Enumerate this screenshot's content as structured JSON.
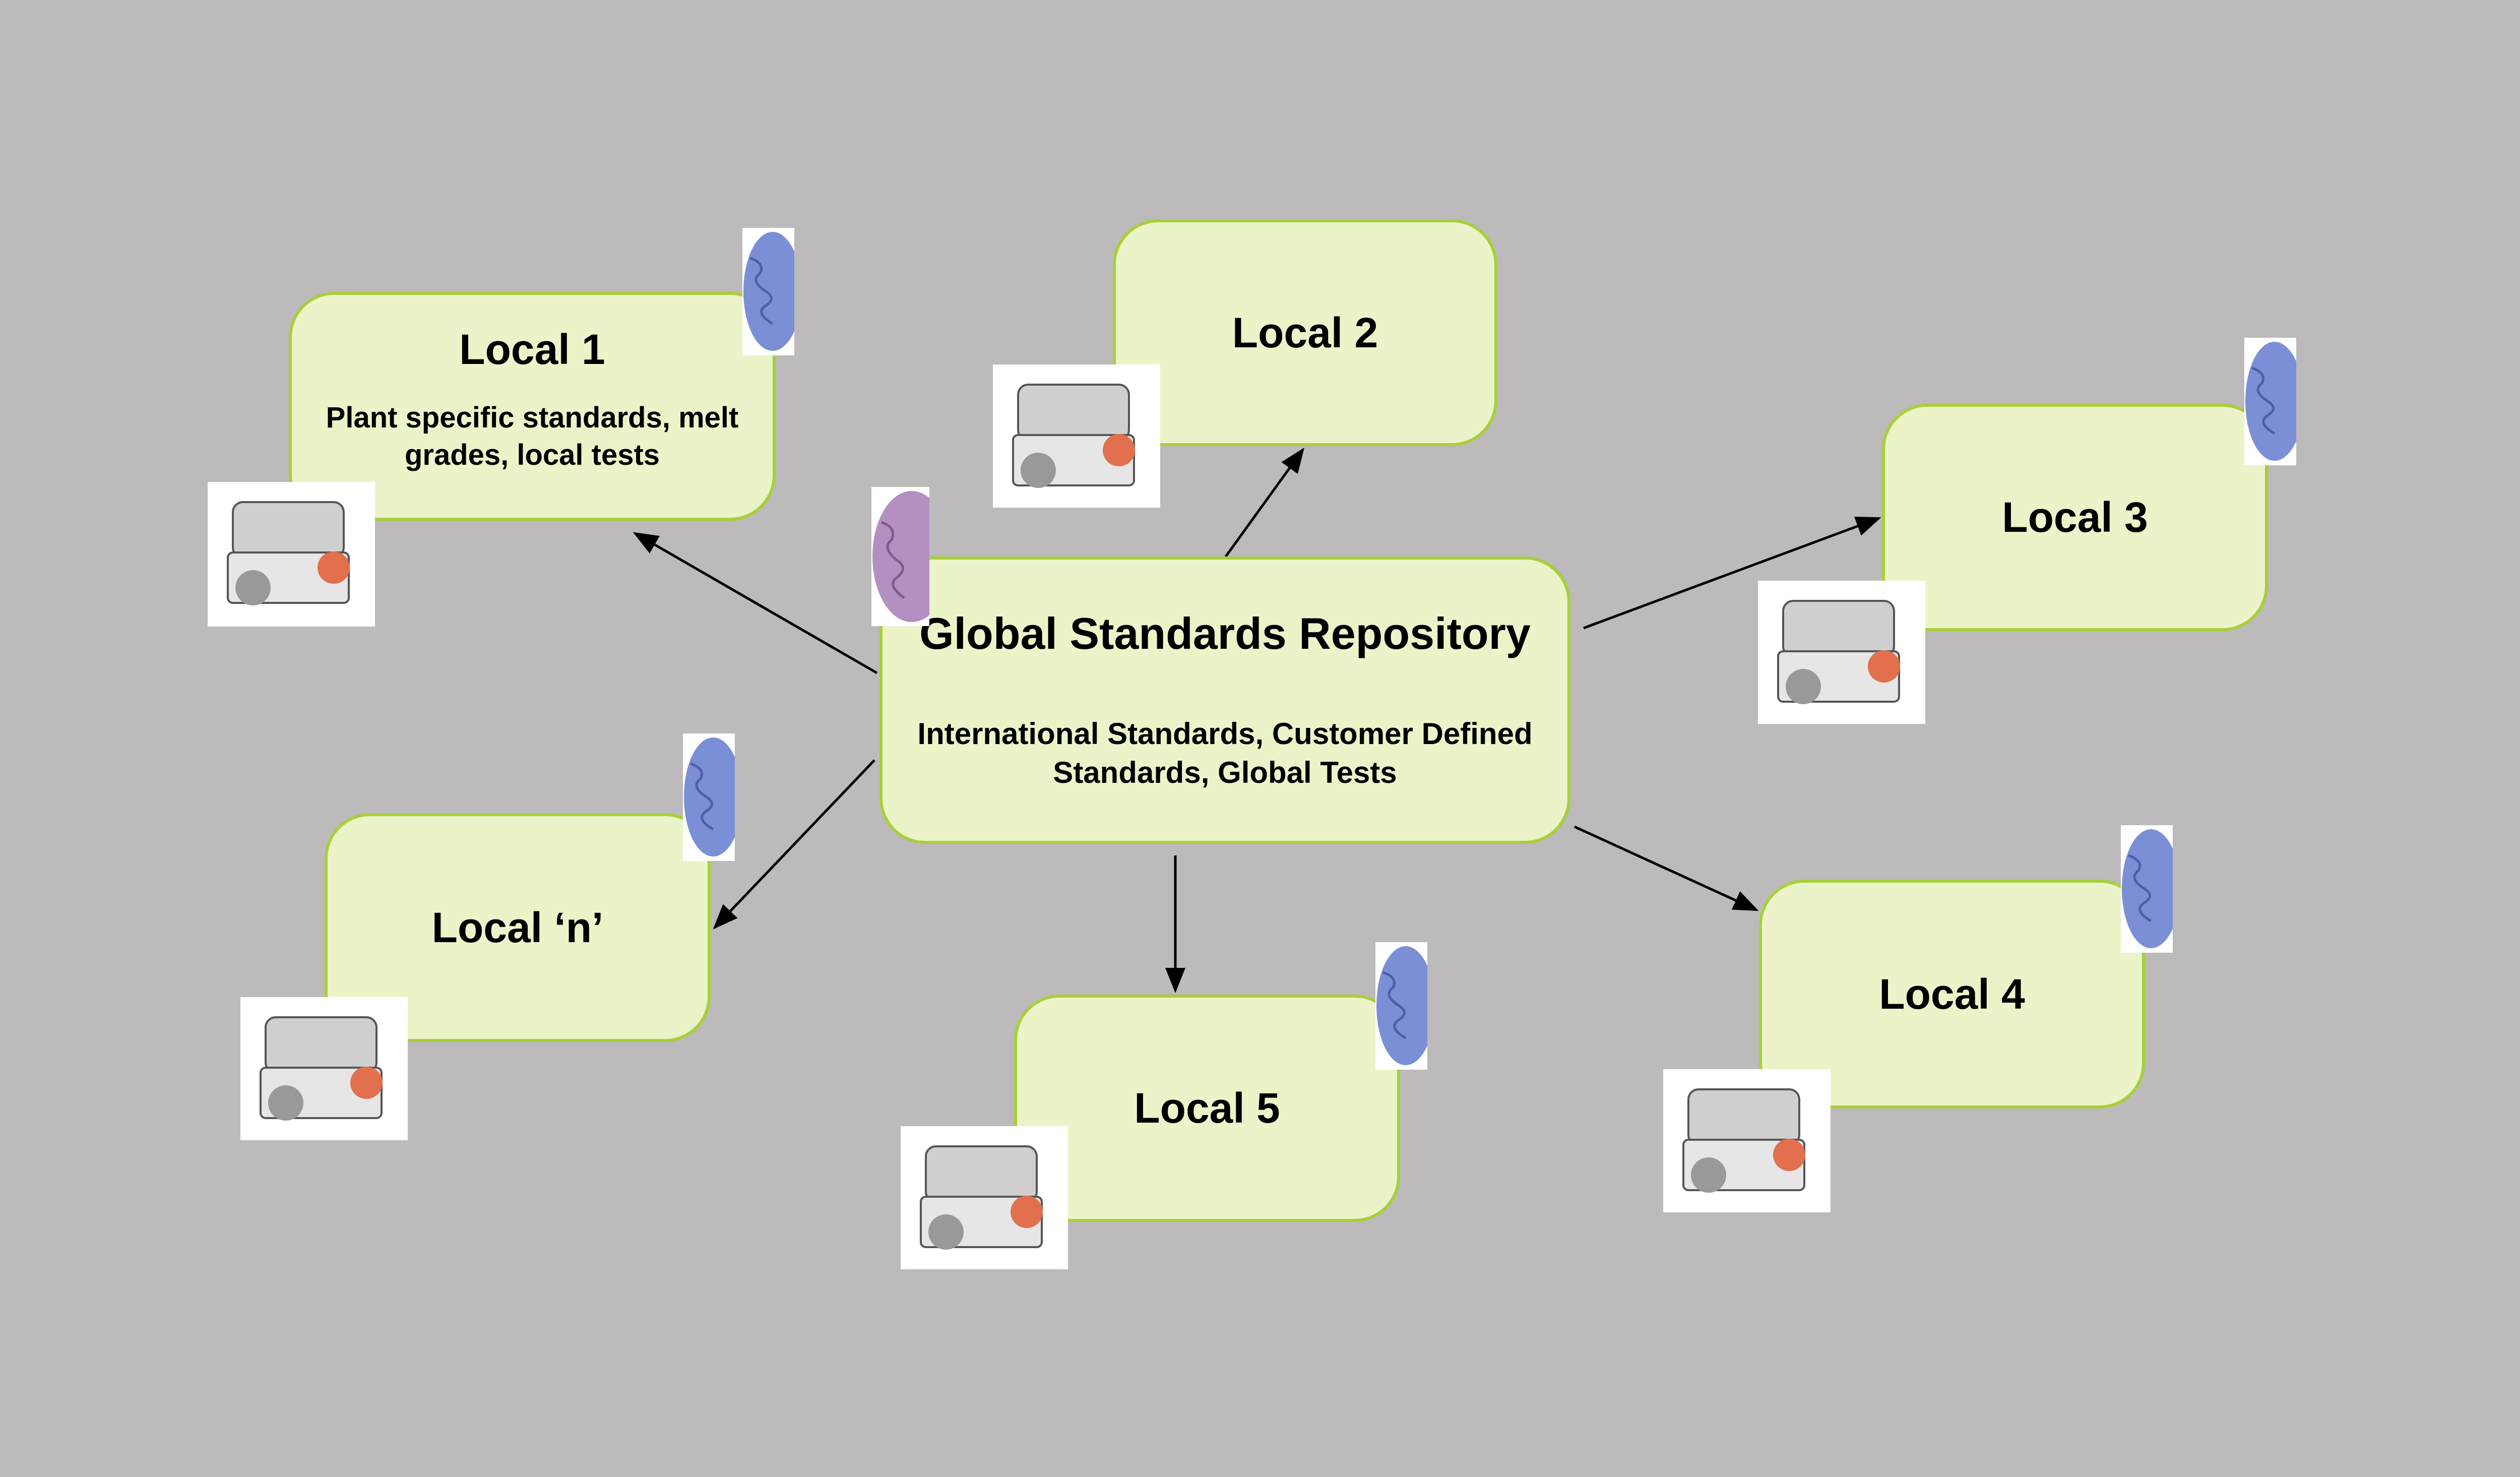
{
  "diagram": {
    "hub": {
      "title": "Global Standards Repository",
      "subtitle": "International Standards, Customer Defined Standards, Global Tests"
    },
    "nodes": [
      {
        "id": "local-1",
        "title": "Local 1",
        "subtitle": "Plant specific standards, melt grades, local tests"
      },
      {
        "id": "local-2",
        "title": "Local 2"
      },
      {
        "id": "local-3",
        "title": "Local 3"
      },
      {
        "id": "local-4",
        "title": "Local 4"
      },
      {
        "id": "local-5",
        "title": "Local 5"
      },
      {
        "id": "local-n",
        "title": "Local ‘n’"
      }
    ],
    "edges": [
      {
        "from": "hub",
        "to": "local-1"
      },
      {
        "from": "hub",
        "to": "local-2"
      },
      {
        "from": "hub",
        "to": "local-3"
      },
      {
        "from": "hub",
        "to": "local-4"
      },
      {
        "from": "hub",
        "to": "local-5"
      },
      {
        "from": "hub",
        "to": "local-n"
      }
    ],
    "icons": {
      "brain": "brain-icon",
      "engine": "engine-icon"
    },
    "colors": {
      "background": "#bcbabb",
      "box_fill": "#ebf4c9",
      "box_border": "#a9cf3a",
      "brain_blue": "#7b8fd6",
      "brain_pink": "#b48fc2"
    }
  }
}
